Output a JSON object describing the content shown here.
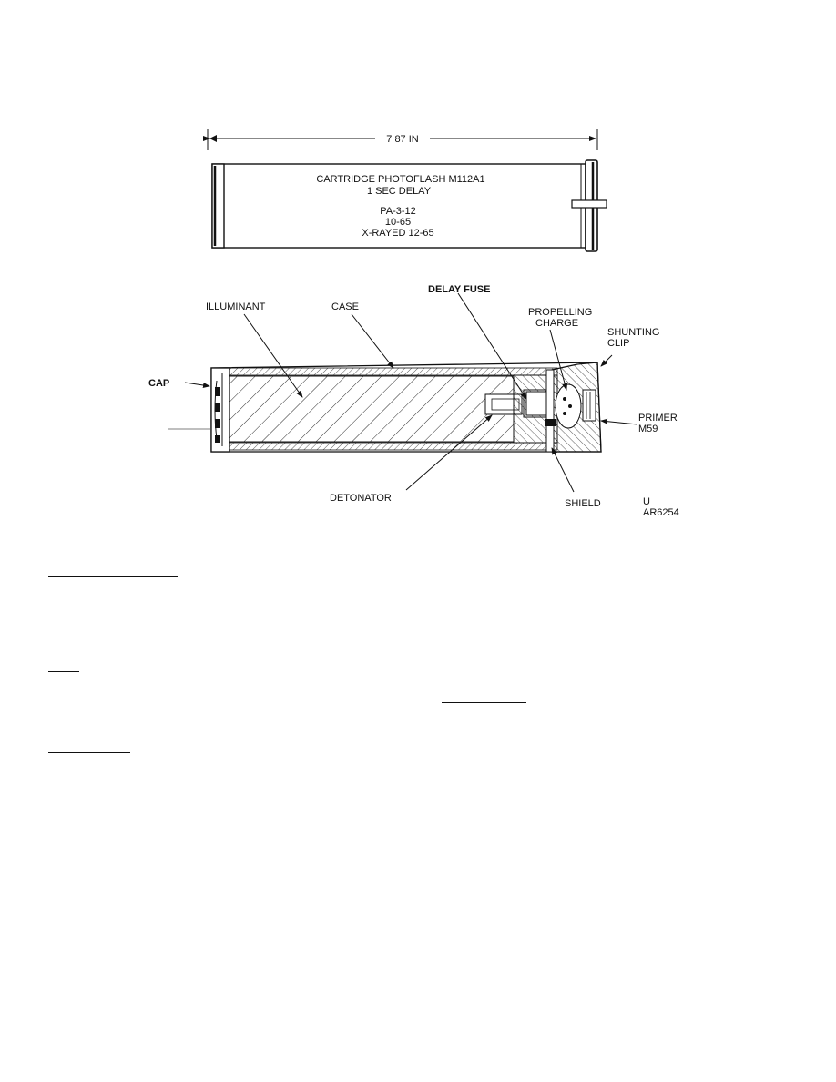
{
  "top_view": {
    "dimension": "7 87 IN",
    "stamp_lines": [
      "CARTRIDGE  PHOTOFLASH  M112A1",
      "1  SEC DELAY",
      "PA-3-12",
      "10-65",
      "X-RAYED  12-65"
    ]
  },
  "section_labels": {
    "illuminant": "ILLUMINANT",
    "case": "CASE",
    "delay_fuse": "DELAY FUSE",
    "propelling": [
      "PROPELLING",
      "CHARGE"
    ],
    "shunting": [
      "SHUNTING",
      "CLIP"
    ],
    "cap": "CAP",
    "primer": [
      "PRIMER",
      "M59"
    ],
    "detonator": "DETONATOR",
    "shield": "SHIELD"
  },
  "figure_code": [
    "U",
    "AR6254"
  ],
  "colors": {
    "ink": "#111111",
    "paper": "#ffffff"
  }
}
